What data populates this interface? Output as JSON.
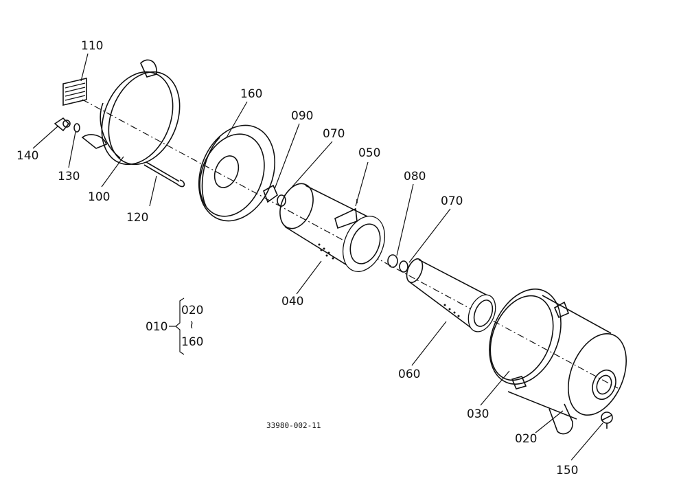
{
  "labels": {
    "l110": "110",
    "l160a": "160",
    "l090": "090",
    "l070a": "070",
    "l050": "050",
    "l080": "080",
    "l070b": "070",
    "l140": "140",
    "l130": "130",
    "l100": "100",
    "l120": "120",
    "l040": "040",
    "l060": "060",
    "l030": "030",
    "l020": "020",
    "l150": "150"
  },
  "assembly": {
    "parent": "010",
    "first": "020",
    "range_mark": "≀",
    "last": "160"
  },
  "drawing_number": "33980-002-11"
}
